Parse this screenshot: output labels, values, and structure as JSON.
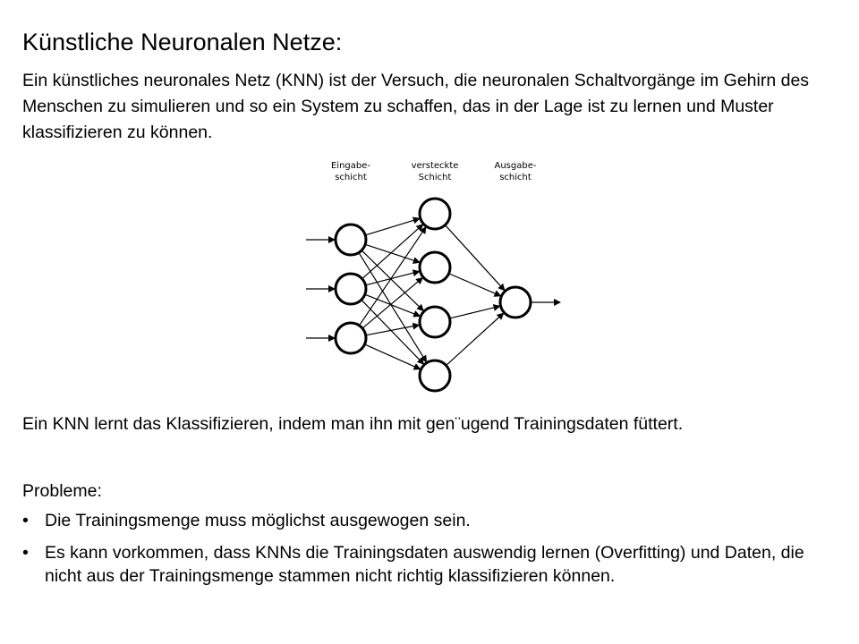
{
  "title": "Künstliche Neuronalen Netze:",
  "intro": "Ein künstliches neuronales Netz (KNN) ist der Versuch, die neuronalen Schaltvorgänge im Gehirn des Menschen zu simulieren und so ein System zu schaffen, das in der Lage ist zu lernen und Muster klassifizieren zu können.",
  "diagram": {
    "layers": [
      {
        "label_line1": "Eingabe-",
        "label_line2": "schicht",
        "nodes": 3
      },
      {
        "label_line1": "versteckte",
        "label_line2": "Schicht",
        "nodes": 4
      },
      {
        "label_line1": "Ausgabe-",
        "label_line2": "schicht",
        "nodes": 1
      }
    ],
    "colors": {
      "stroke": "#000000",
      "node_fill": "#ffffff"
    }
  },
  "paragraph2": "Ein KNN lernt das Klassifizieren, indem man ihn mit gen¨ugend Trainingsdaten füttert.",
  "problems_heading": "Probleme:",
  "bullet_char": "•",
  "problems": [
    "Die Trainingsmenge muss möglichst ausgewogen sein.",
    "Es kann vorkommen, dass KNNs die Trainingsdaten auswendig lernen (Overfitting) und Daten, die nicht aus der Trainingsmenge stammen nicht richtig klassifizieren können."
  ]
}
